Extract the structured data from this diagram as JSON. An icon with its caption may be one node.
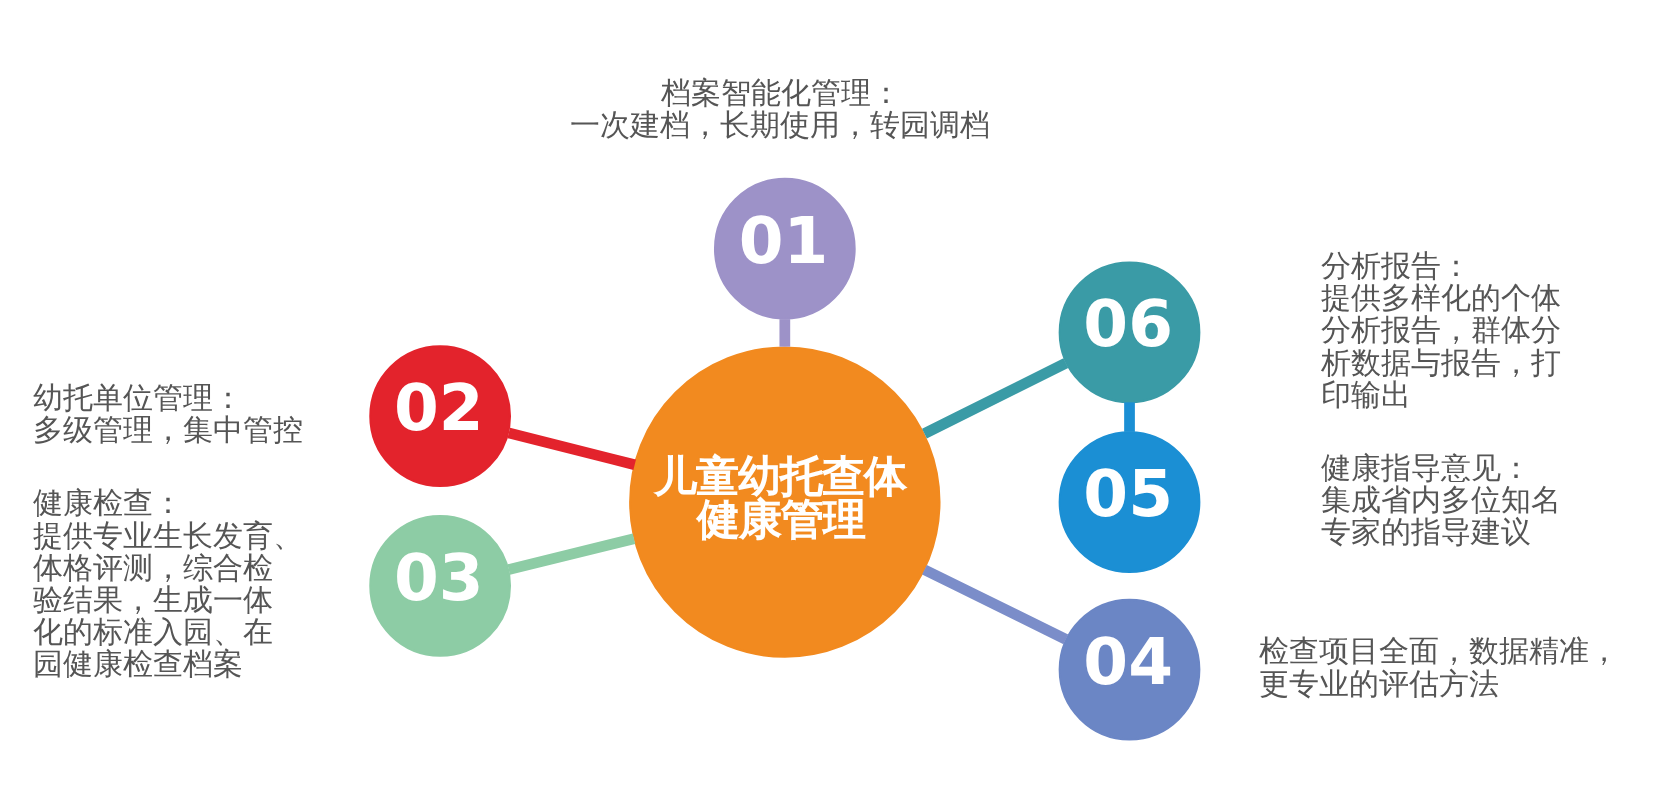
{
  "diagram": {
    "nodes": [
      {
        "text": [
          "儿童幼托查体健康管理"
        ]
      },
      {
        "text": [
          "01"
        ],
        "beside": [
          "档案智能化管理：",
          "一次建档，长期使用，转园调档"
        ]
      },
      {
        "text": [
          "02"
        ],
        "beside": [
          "幼托单位管理：",
          "多级管理，集中管控"
        ]
      },
      {
        "text": [
          "03"
        ],
        "beside": [
          "健康检查：",
          "提供专业生长发育、体格评测，综合检验结果，生成一体化的标准入园、在园健康检查档案"
        ]
      },
      {
        "text": [
          "04"
        ],
        "beside": [
          "检查项目全面，数据精准，更专业的评估方法"
        ]
      },
      {
        "text": [
          "05"
        ],
        "beside": [
          "健康指导意见：",
          "集成省内多位知名专家的指导建议"
        ]
      },
      {
        "text": [
          "06"
        ],
        "beside": [
          "分析报告：",
          "提供多样化的个体分析报告，群体分析数据与报告，打印输出"
        ]
      }
    ],
    "edges": [
      {
        "from": 1,
        "to": 0,
        "arrow": "none",
        "color": "#9d92c8"
      },
      {
        "from": 2,
        "to": 0,
        "arrow": "none",
        "color": "#e3232c"
      },
      {
        "from": 3,
        "to": 0,
        "arrow": "none",
        "color": "#8dcca5"
      },
      {
        "from": 0,
        "to": 4,
        "arrow": "none",
        "color": "#7b8dc9"
      },
      {
        "from": 0,
        "to": 6,
        "arrow": "none",
        "color": "#3a9ba6"
      },
      {
        "from": 6,
        "to": 5,
        "arrow": "none",
        "color": "#1b8fd4"
      }
    ]
  }
}
